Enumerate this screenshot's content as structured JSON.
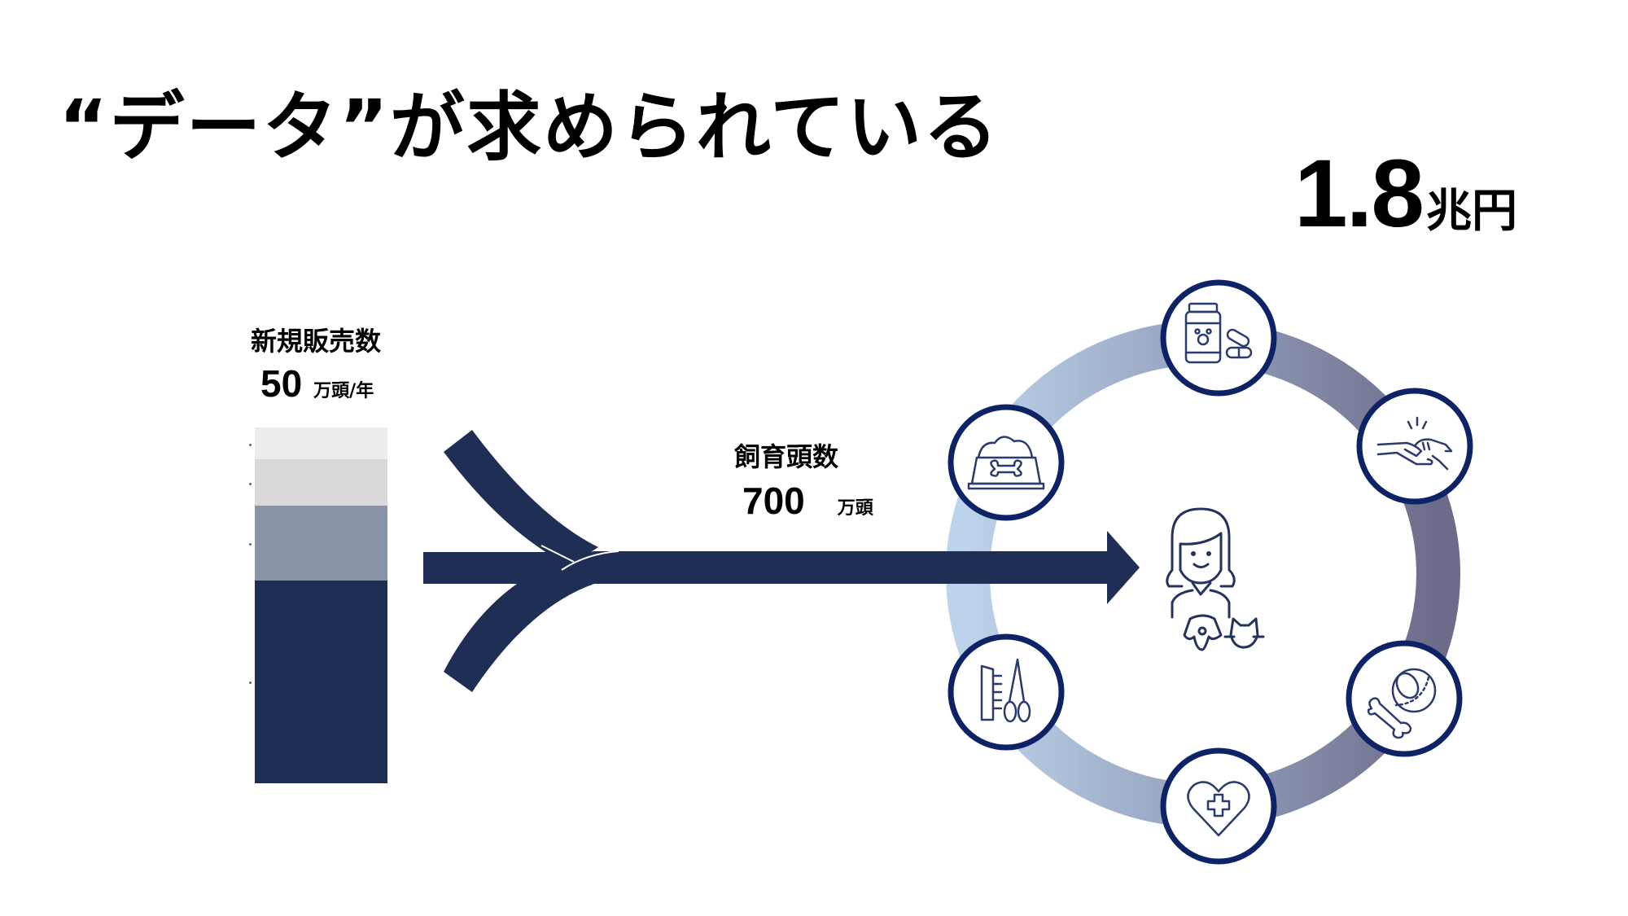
{
  "title": "“データ”が求められている",
  "market_size": {
    "value": "1.8",
    "unit": "兆円"
  },
  "new_sales": {
    "label": "新規販売数",
    "value": "50",
    "unit": "万頭/年",
    "stack_shares": [
      0.09,
      0.13,
      0.21,
      0.57
    ],
    "stack_colors": [
      "#ececec",
      "#d9d9d9",
      "#8a94a8",
      "#1e2e55"
    ]
  },
  "herd": {
    "label": "飼育頭数",
    "value": "700",
    "unit": "万頭"
  },
  "colors": {
    "navy": "#1e2e55",
    "icon_ring": "#0d2366",
    "ring_start": "#bcd3ec",
    "ring_end": "#6c6c8a"
  },
  "center_icon": "owner-with-dog-and-cat-icon",
  "services": [
    {
      "icon": "pet-medicine-icon",
      "name": "medicine"
    },
    {
      "icon": "paw-hand-bond-icon",
      "name": "training"
    },
    {
      "icon": "toy-ball-bone-icon",
      "name": "toys"
    },
    {
      "icon": "heart-medical-icon",
      "name": "veterinary"
    },
    {
      "icon": "comb-scissors-icon",
      "name": "grooming"
    },
    {
      "icon": "food-bowl-icon",
      "name": "pet-food"
    }
  ]
}
